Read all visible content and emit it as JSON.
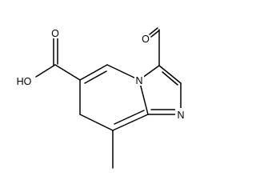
{
  "molecule": {
    "atoms": {
      "formyl_oxygen": "O",
      "ring_nitrogen_bridge": "N",
      "ring_nitrogen_imidazole": "N",
      "carboxyl_oxygen_double": "O",
      "carboxyl_hydroxyl": "HO"
    }
  },
  "colors": {
    "bond": "#000000",
    "background": "#ffffff"
  }
}
